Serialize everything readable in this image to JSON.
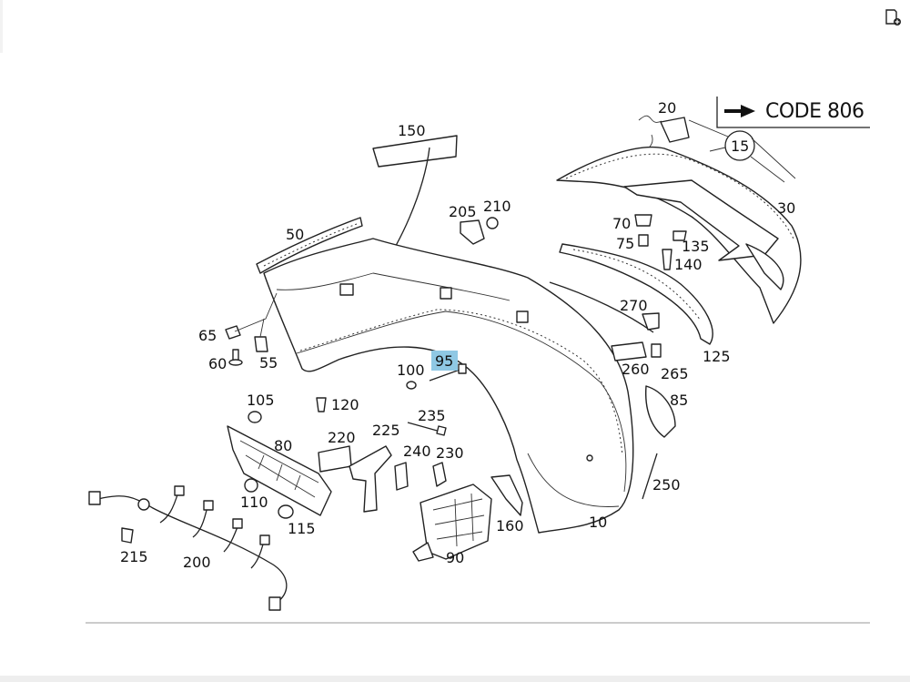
{
  "toolbar": {
    "icon": "add-page-icon"
  },
  "legend": {
    "code": "CODE 806",
    "circled_part": "15"
  },
  "highlight_color": "#8fc8e4",
  "parts": {
    "p150": "150",
    "p20": "20",
    "p15": "15",
    "p30": "30",
    "p50": "50",
    "p205": "205",
    "p210": "210",
    "p70": "70",
    "p75": "75",
    "p135": "135",
    "p140": "140",
    "p65": "65",
    "p60": "60",
    "p55": "55",
    "p270": "270",
    "p100": "100",
    "p95": "95",
    "p260": "260",
    "p265": "265",
    "p125": "125",
    "p105": "105",
    "p120": "120",
    "p85": "85",
    "p235": "235",
    "p225": "225",
    "p220": "220",
    "p80": "80",
    "p240": "240",
    "p230": "230",
    "p250": "250",
    "p110": "110",
    "p115": "115",
    "p160": "160",
    "p10": "10",
    "p215": "215",
    "p200": "200",
    "p90": "90"
  }
}
